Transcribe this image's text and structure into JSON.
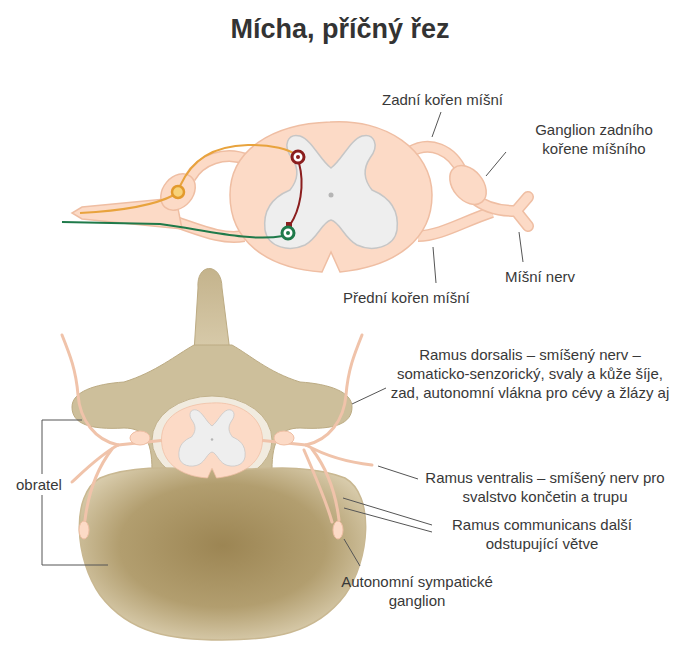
{
  "diagram": {
    "title": "Mícha, příčný řez",
    "labels": [
      "Zadní kořen míšní",
      "Ganglion zadního kořene míšního",
      "Míšní nerv",
      "Přední kořen míšní",
      "Ramus dorsalis – smíšený nerv – somaticko-senzorický, svaly a kůže šíje, zad, autonomní vlákna pro cévy a žlázy aj",
      "Ramus ventralis – smíšený nerv pro svalstvo končetin a trupu",
      "Ramus communicans další odstupující větve",
      "Autonomní sympatické ganglion",
      "obratel"
    ]
  }
}
